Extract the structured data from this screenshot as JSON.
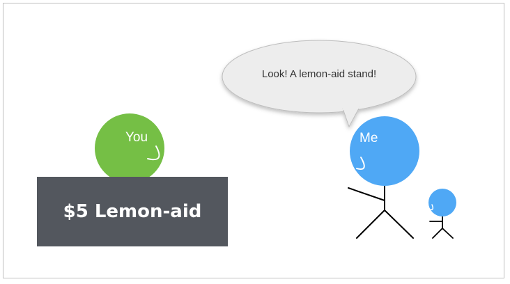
{
  "you_label": "You",
  "me_label": "Me",
  "stand_sign": "$5 Lemon-aid",
  "speech_bubble_text": "Look! A lemon-aid stand!",
  "colors": {
    "you": "#75bf45",
    "me": "#4fa8f5",
    "stand": "#53575e",
    "bubble": "#ededed"
  }
}
